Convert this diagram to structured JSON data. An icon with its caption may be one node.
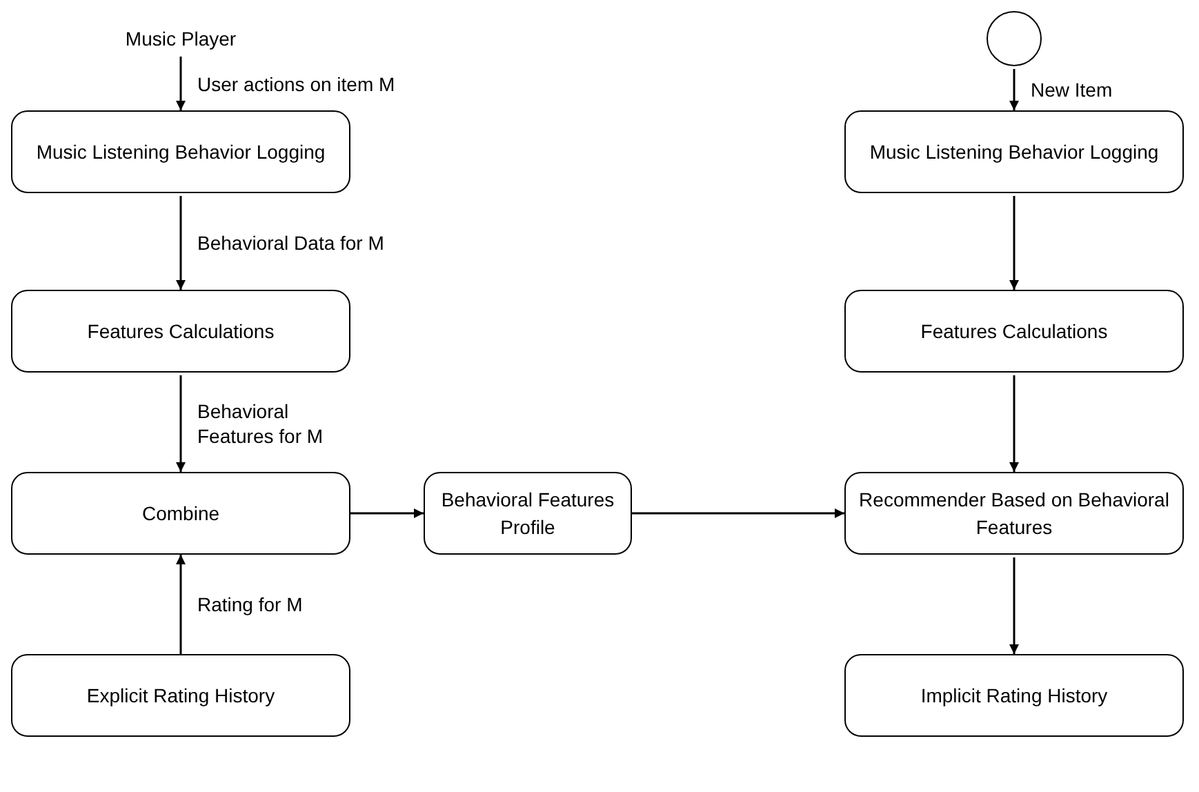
{
  "diagram": {
    "nodes": [
      {
        "text": [
          "Music Player"
        ]
      },
      {
        "text": [
          "Music Listening Behavior Logging"
        ]
      },
      {
        "text": [
          "Features Calculations"
        ]
      },
      {
        "text": [
          "Combine"
        ]
      },
      {
        "text": [
          "Explicit Rating History"
        ]
      },
      {
        "text": [
          "Behavioral Features Profile"
        ]
      },
      {
        "text": [],
        "shape": "circle"
      },
      {
        "text": [
          "Music Listening Behavior Logging"
        ]
      },
      {
        "text": [
          "Features Calculations"
        ]
      },
      {
        "text": [
          "Recommender Based on Behavioral Features"
        ]
      },
      {
        "text": [
          "Implicit Rating History"
        ]
      }
    ],
    "edges": [
      {
        "from": 0,
        "to": 1,
        "arrow": "to",
        "label": "User actions on item M"
      },
      {
        "from": 1,
        "to": 2,
        "arrow": "to",
        "label": "Behavioral Data for M"
      },
      {
        "from": 2,
        "to": 3,
        "arrow": "to",
        "label": "Behavioral Features for M"
      },
      {
        "from": 4,
        "to": 3,
        "arrow": "to",
        "label": "Rating for M"
      },
      {
        "from": 3,
        "to": 5,
        "arrow": "to"
      },
      {
        "from": 5,
        "to": 9,
        "arrow": "to"
      },
      {
        "from": 6,
        "to": 7,
        "arrow": "to",
        "label": "New Item"
      },
      {
        "from": 7,
        "to": 8,
        "arrow": "to"
      },
      {
        "from": 8,
        "to": 9,
        "arrow": "to"
      },
      {
        "from": 9,
        "to": 10,
        "arrow": "to"
      }
    ]
  }
}
